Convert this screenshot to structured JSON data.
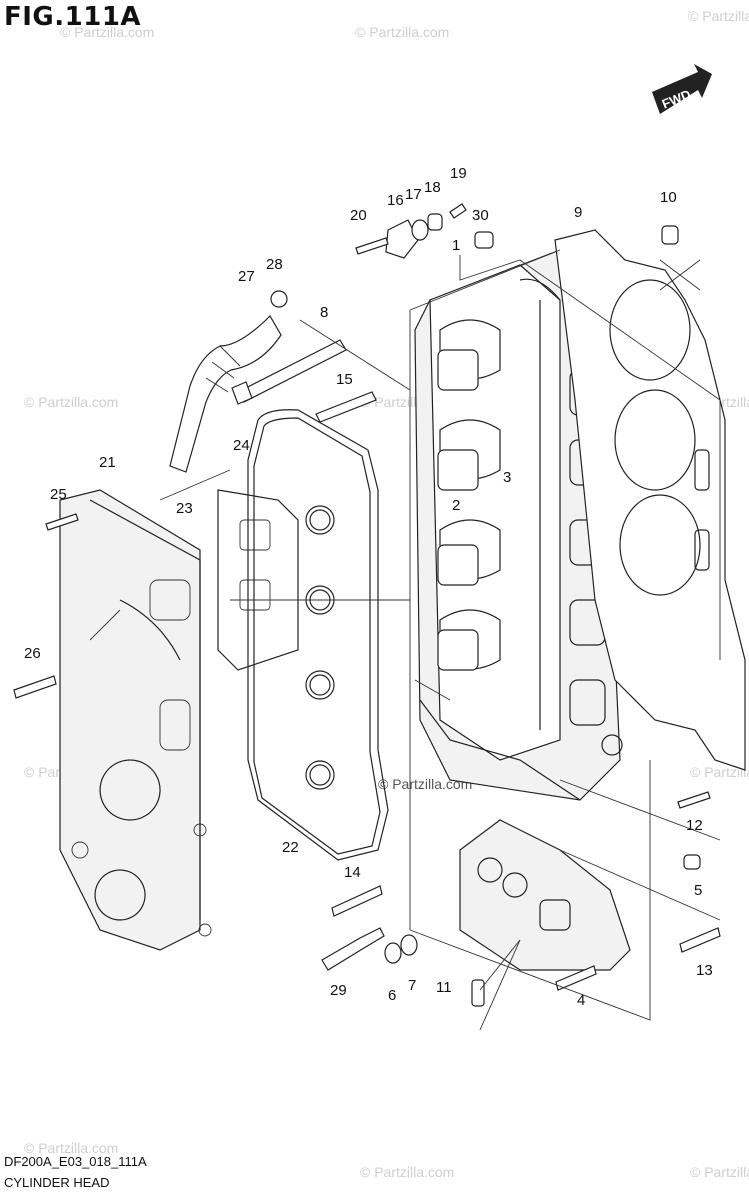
{
  "figure": {
    "title": "FIG.111A",
    "diagram_code": "DF200A_E03_018_111A",
    "name": "CYLINDER HEAD",
    "fwd_label": "FWD"
  },
  "watermark_text": "© Partzilla.com",
  "callouts": [
    "1",
    "2",
    "3",
    "4",
    "5",
    "6",
    "7",
    "8",
    "9",
    "10",
    "11",
    "12",
    "13",
    "14",
    "15",
    "16",
    "17",
    "18",
    "19",
    "20",
    "21",
    "22",
    "23",
    "24",
    "25",
    "26",
    "27",
    "28",
    "29",
    "30"
  ]
}
